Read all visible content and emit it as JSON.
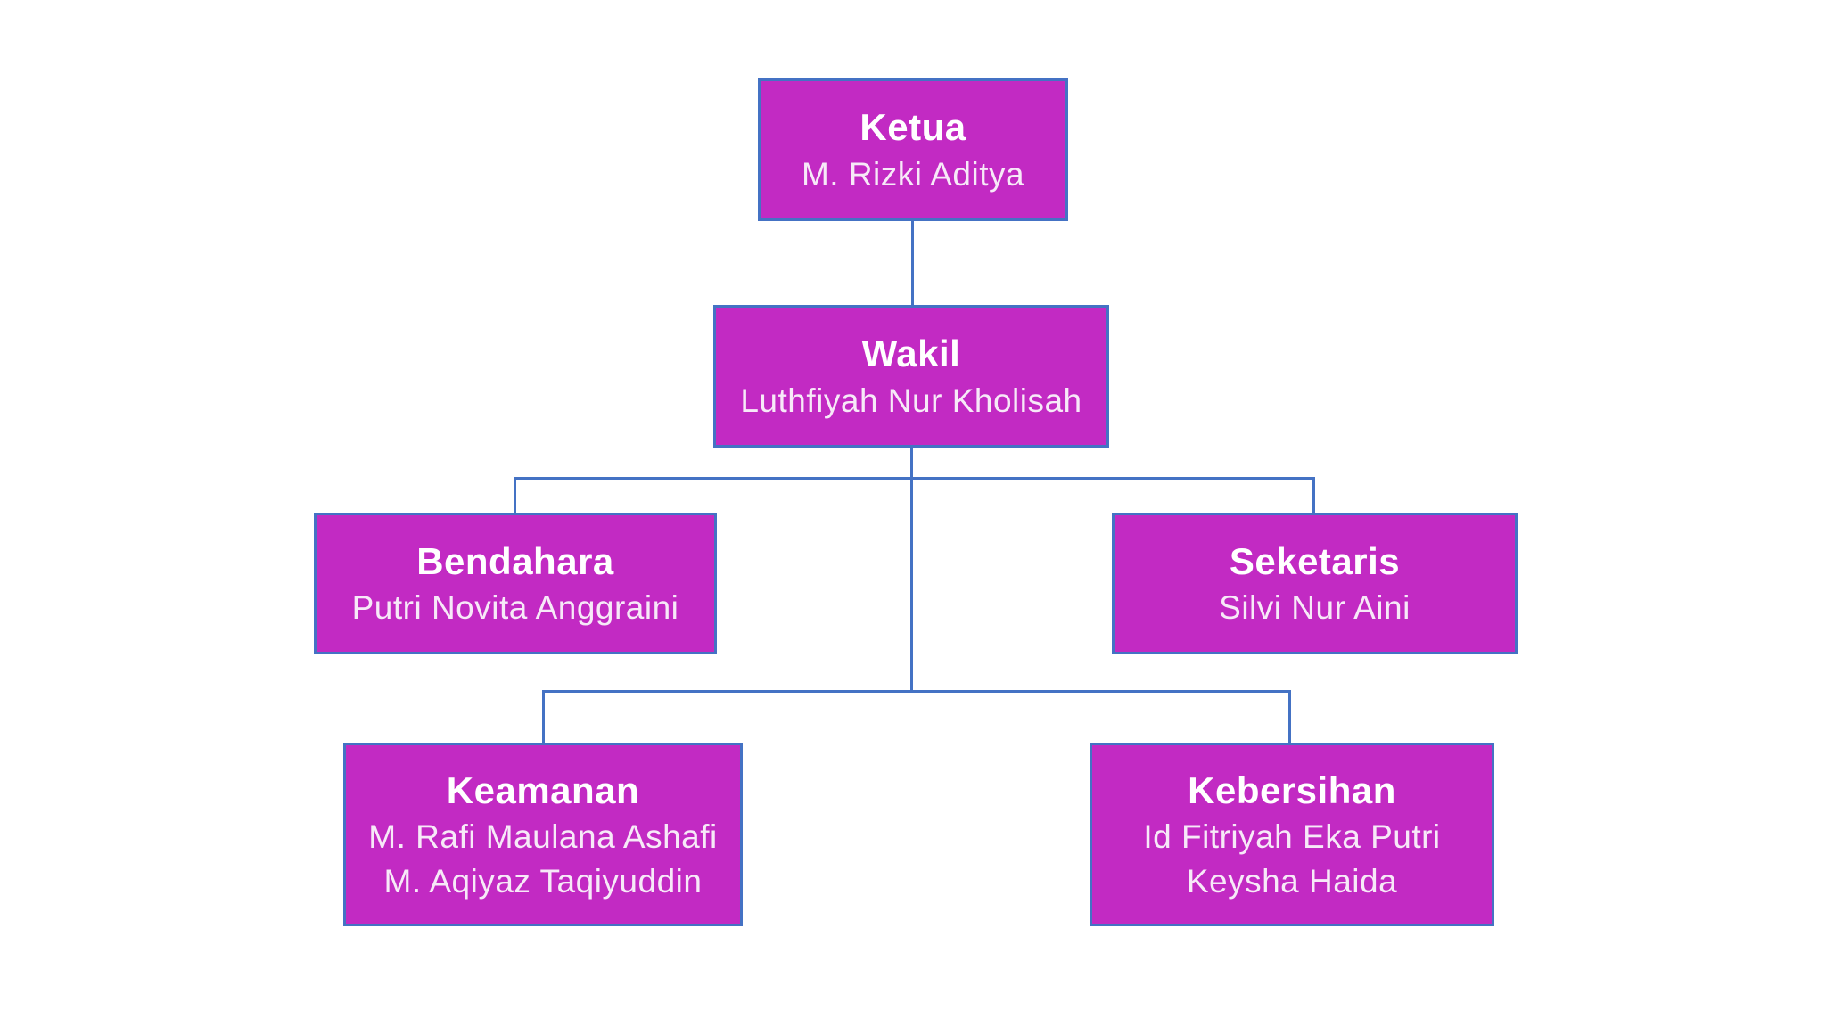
{
  "diagram": {
    "type": "org-chart",
    "background": "#ffffff",
    "edges": [
      {
        "from": "Ketua",
        "to": "Wakil"
      },
      {
        "from": "Wakil",
        "to": "Bendahara"
      },
      {
        "from": "Wakil",
        "to": "Seketaris"
      },
      {
        "from": "Wakil",
        "to": "Keamanan"
      },
      {
        "from": "Wakil",
        "to": "Kebersihan"
      }
    ]
  },
  "colors": {
    "node_fill": "#c22ac3",
    "node_border": "#4472c4",
    "connector": "#4472c4",
    "title_text": "#ffffff",
    "name_text": "#f7e9f8"
  },
  "nodes": {
    "ketua": {
      "title": "Ketua",
      "names": [
        "M. Rizki Aditya"
      ]
    },
    "wakil": {
      "title": "Wakil",
      "names": [
        "Luthfiyah Nur Kholisah"
      ]
    },
    "bendahara": {
      "title": "Bendahara",
      "names": [
        "Putri Novita Anggraini"
      ]
    },
    "seketaris": {
      "title": "Seketaris",
      "names": [
        "Silvi Nur Aini"
      ]
    },
    "keamanan": {
      "title": "Keamanan",
      "names": [
        "M. Rafi Maulana Ashafi",
        "M. Aqiyaz Taqiyuddin"
      ]
    },
    "kebersihan": {
      "title": "Kebersihan",
      "names": [
        "Id Fitriyah Eka Putri",
        "Keysha Haida"
      ]
    }
  }
}
